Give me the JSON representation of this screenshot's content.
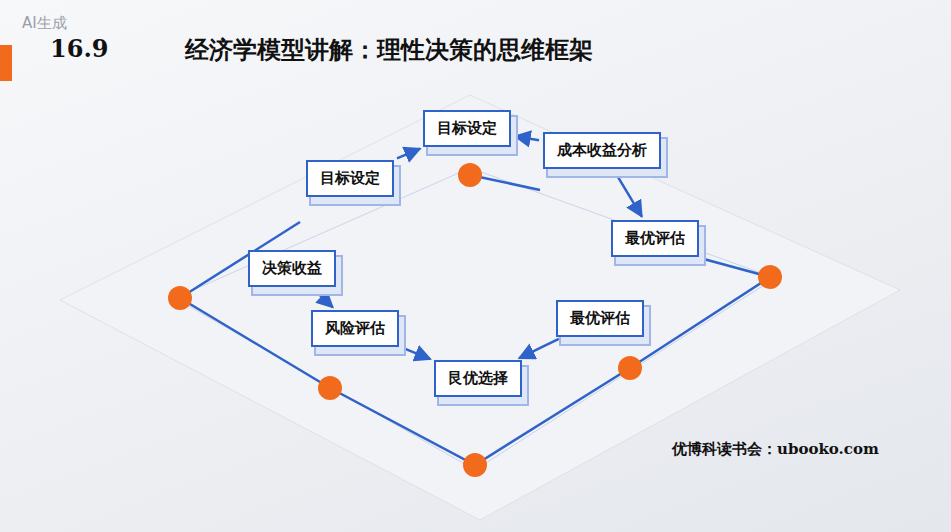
{
  "diagram": {
    "title": "经济学模型讲解：理性决策的思维框架",
    "nodes": [
      {
        "text": [
          "目标设定"
        ]
      },
      {
        "text": [
          "目标设定"
        ]
      },
      {
        "text": [
          "成本收益分析"
        ]
      },
      {
        "text": [
          "最优评估"
        ]
      },
      {
        "text": [
          "决策收益"
        ]
      },
      {
        "text": [
          "风险评估"
        ]
      },
      {
        "text": [
          "最优评估"
        ]
      },
      {
        "text": [
          "艮优选择"
        ]
      }
    ],
    "edges": [
      {
        "from": 0,
        "to": 1,
        "arrow": "to"
      },
      {
        "from": 2,
        "to": 1,
        "arrow": "to"
      },
      {
        "from": 2,
        "to": 3,
        "arrow": "to"
      },
      {
        "from": 4,
        "to": 5,
        "arrow": "to"
      },
      {
        "from": 5,
        "to": 7,
        "arrow": "to"
      },
      {
        "from": 6,
        "to": 7,
        "arrow": "to"
      }
    ],
    "labels": [
      "16.9",
      "AI生成",
      "优博科读书会：ubooko.com"
    ]
  }
}
